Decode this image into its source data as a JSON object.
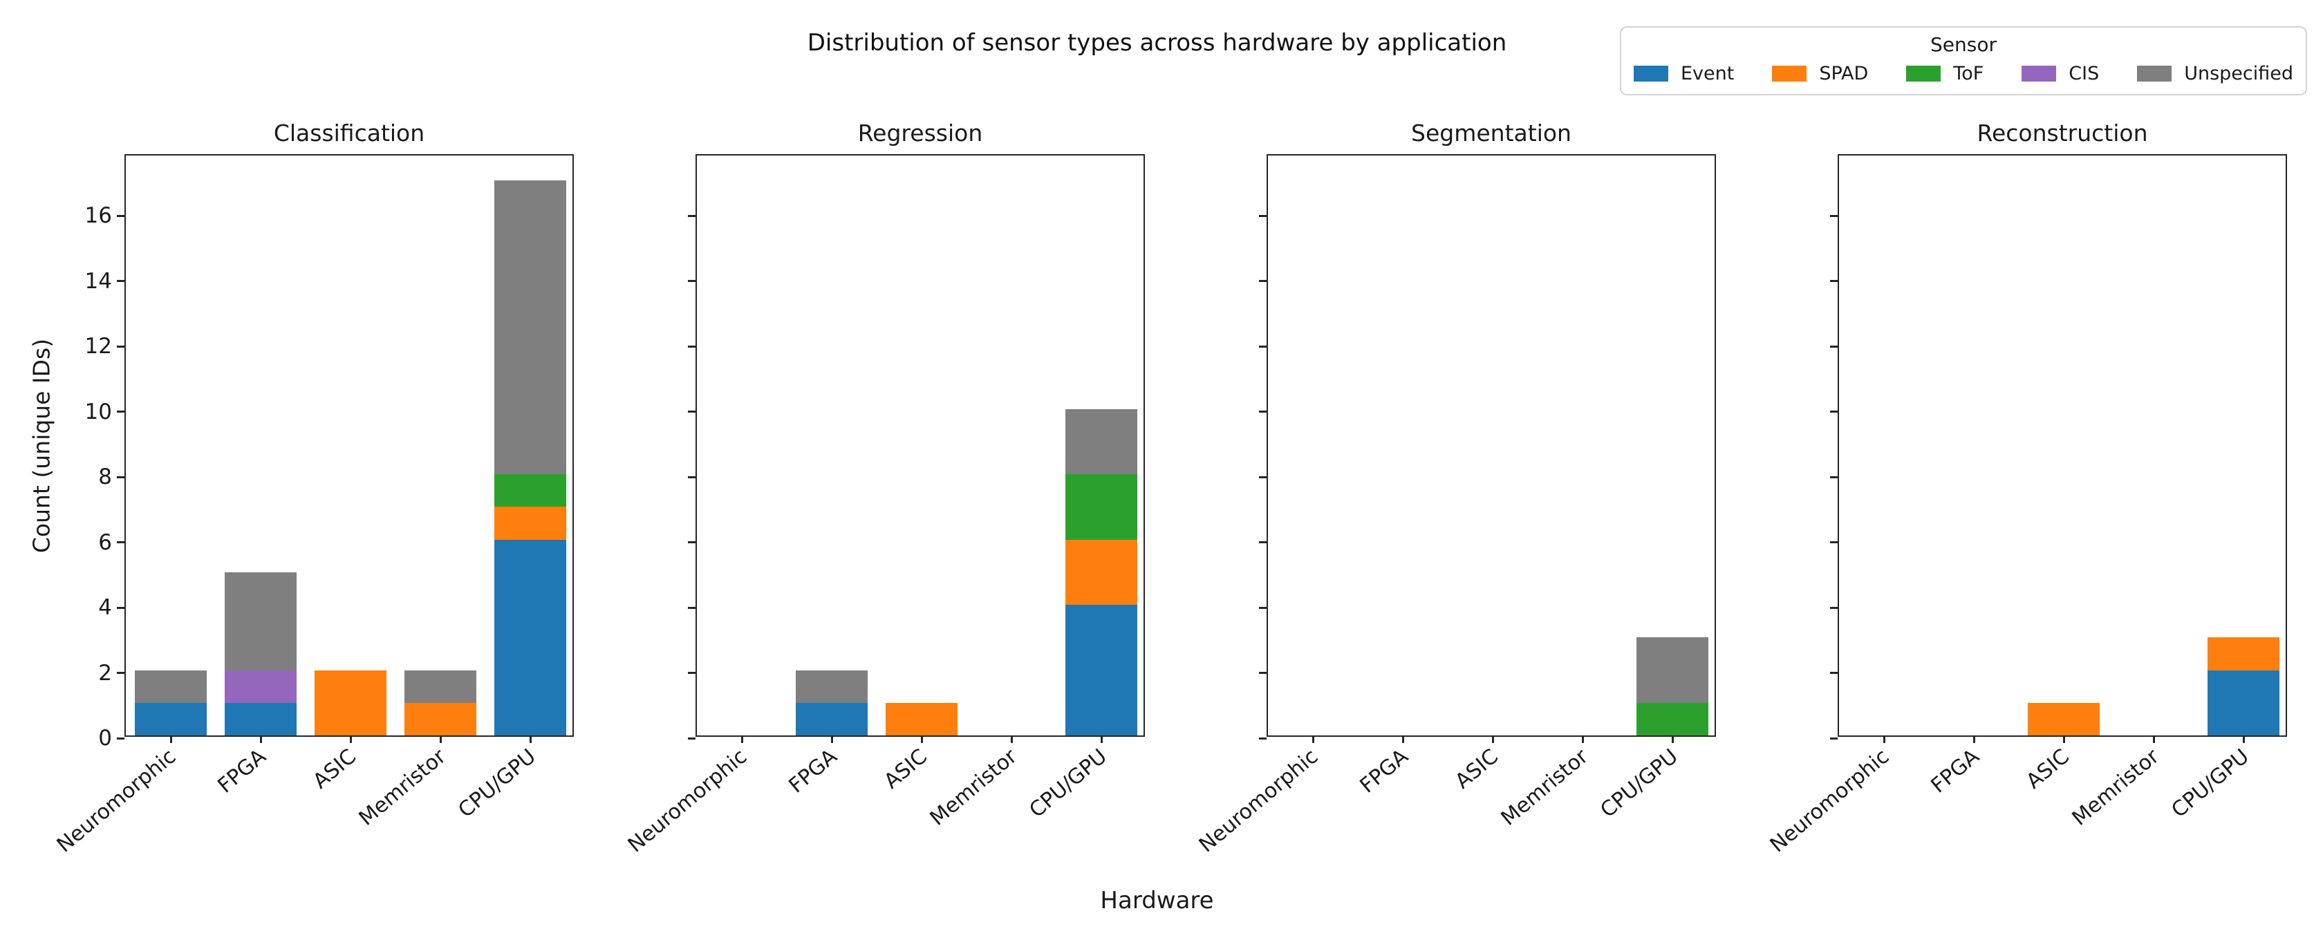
{
  "figure": {
    "title": "Distribution of sensor types across hardware by application",
    "background": "#ffffff"
  },
  "legend": {
    "title": "Sensor",
    "position": "upper right",
    "entries": [
      {
        "label": "Event",
        "color": "#1f77b4"
      },
      {
        "label": "SPAD",
        "color": "#ff7f0e"
      },
      {
        "label": "ToF",
        "color": "#2ca02c"
      },
      {
        "label": "CIS",
        "color": "#9467bd"
      },
      {
        "label": "Unspecified",
        "color": "#7f7f7f"
      }
    ]
  },
  "chart_data": {
    "type": "bar",
    "stacked": true,
    "title": "Distribution of sensor types across hardware by application",
    "xlabel": "Hardware",
    "ylabel": "Count (unique IDs)",
    "categories": [
      "Neuromorphic",
      "FPGA",
      "ASIC",
      "Memristor",
      "CPU/GPU"
    ],
    "sensor_order": [
      "Event",
      "SPAD",
      "ToF",
      "CIS",
      "Unspecified"
    ],
    "colors": {
      "Event": "#1f77b4",
      "SPAD": "#ff7f0e",
      "ToF": "#2ca02c",
      "CIS": "#9467bd",
      "Unspecified": "#7f7f7f"
    },
    "ylim": [
      0,
      17.85
    ],
    "yticks": [
      0,
      2,
      4,
      6,
      8,
      10,
      12,
      14,
      16
    ],
    "grid": false,
    "legend_position": "upper right",
    "subplots": [
      {
        "title": "Classification",
        "series": [
          {
            "name": "Event",
            "values": [
              1,
              1,
              0,
              0,
              6
            ]
          },
          {
            "name": "SPAD",
            "values": [
              0,
              0,
              2,
              1,
              1
            ]
          },
          {
            "name": "ToF",
            "values": [
              0,
              0,
              0,
              0,
              1
            ]
          },
          {
            "name": "CIS",
            "values": [
              0,
              1,
              0,
              0,
              0
            ]
          },
          {
            "name": "Unspecified",
            "values": [
              1,
              3,
              0,
              1,
              9
            ]
          }
        ],
        "totals": [
          2,
          5,
          2,
          2,
          17
        ]
      },
      {
        "title": "Regression",
        "series": [
          {
            "name": "Event",
            "values": [
              0,
              1,
              0,
              0,
              4
            ]
          },
          {
            "name": "SPAD",
            "values": [
              0,
              0,
              1,
              0,
              2
            ]
          },
          {
            "name": "ToF",
            "values": [
              0,
              0,
              0,
              0,
              2
            ]
          },
          {
            "name": "CIS",
            "values": [
              0,
              0,
              0,
              0,
              0
            ]
          },
          {
            "name": "Unspecified",
            "values": [
              0,
              1,
              0,
              0,
              2
            ]
          }
        ],
        "totals": [
          0,
          2,
          1,
          0,
          10
        ]
      },
      {
        "title": "Segmentation",
        "series": [
          {
            "name": "Event",
            "values": [
              0,
              0,
              0,
              0,
              0
            ]
          },
          {
            "name": "SPAD",
            "values": [
              0,
              0,
              0,
              0,
              0
            ]
          },
          {
            "name": "ToF",
            "values": [
              0,
              0,
              0,
              0,
              1
            ]
          },
          {
            "name": "CIS",
            "values": [
              0,
              0,
              0,
              0,
              0
            ]
          },
          {
            "name": "Unspecified",
            "values": [
              0,
              0,
              0,
              0,
              2
            ]
          }
        ],
        "totals": [
          0,
          0,
          0,
          0,
          3
        ]
      },
      {
        "title": "Reconstruction",
        "series": [
          {
            "name": "Event",
            "values": [
              0,
              0,
              0,
              0,
              2
            ]
          },
          {
            "name": "SPAD",
            "values": [
              0,
              0,
              1,
              0,
              1
            ]
          },
          {
            "name": "ToF",
            "values": [
              0,
              0,
              0,
              0,
              0
            ]
          },
          {
            "name": "CIS",
            "values": [
              0,
              0,
              0,
              0,
              0
            ]
          },
          {
            "name": "Unspecified",
            "values": [
              0,
              0,
              0,
              0,
              0
            ]
          }
        ],
        "totals": [
          0,
          0,
          1,
          0,
          3
        ]
      }
    ]
  }
}
